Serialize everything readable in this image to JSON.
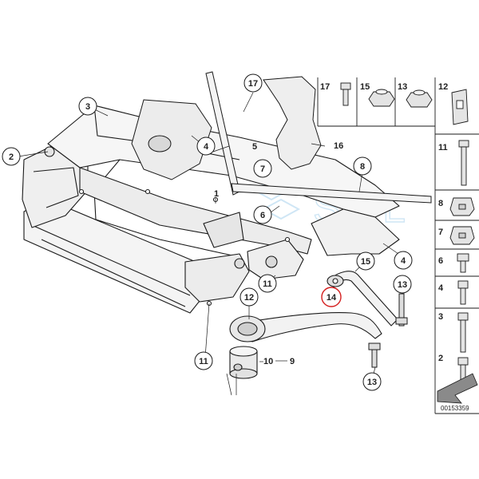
{
  "watermark": {
    "text": "SOL"
  },
  "callouts": {
    "c17": "17",
    "c3": "3",
    "c2": "2",
    "c4a": "4",
    "c7": "7",
    "c8": "8",
    "c6": "6",
    "c15": "15",
    "c4b": "4",
    "c11a": "11",
    "c14": "14",
    "c13a": "13",
    "c12": "12",
    "c11b": "11",
    "c13b": "13"
  },
  "plain_labels": {
    "l5": "5",
    "l16": "16",
    "l1": "1",
    "l10": "10",
    "l9": "9"
  },
  "parts_panel": {
    "top_row": [
      "17",
      "15",
      "13",
      "12"
    ],
    "right_column": [
      "11",
      "8",
      "7",
      "6",
      "4",
      "3",
      "2"
    ]
  },
  "diagram_code": "00153359",
  "colors": {
    "line": "#1a1a1a",
    "fill_light": "#f4f4f4",
    "fill_mid": "#e2e2e2",
    "highlight": "#d42020",
    "watermark": "#cfe6f5"
  }
}
